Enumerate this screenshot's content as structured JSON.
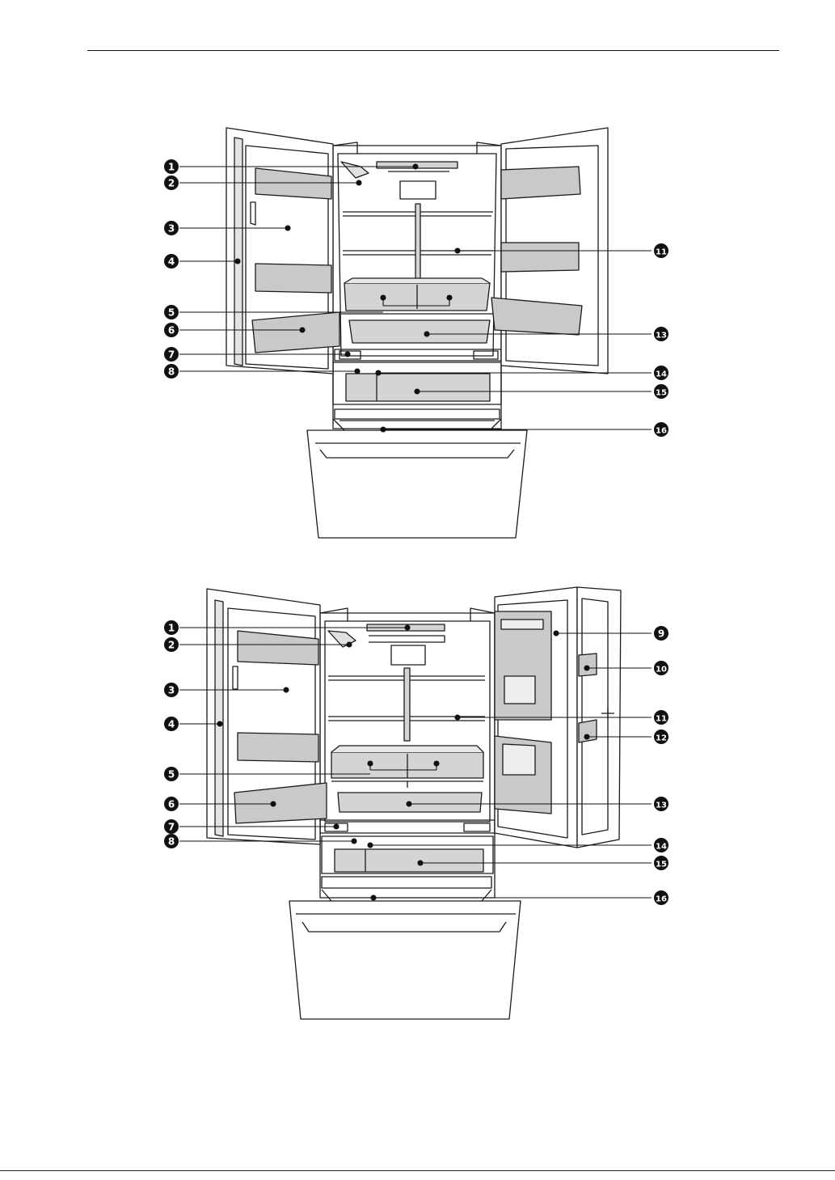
{
  "callouts": [
    "1",
    "2",
    "3",
    "4",
    "5",
    "6",
    "7",
    "8",
    "9",
    "10",
    "11",
    "12",
    "13",
    "14",
    "15",
    "16"
  ],
  "figures": [
    {
      "name": "french-door-refrigerator-standard",
      "left_callouts": [
        "1",
        "2",
        "3",
        "4",
        "5",
        "6",
        "7",
        "8"
      ],
      "right_callouts": [
        "11",
        "13",
        "14",
        "15",
        "16"
      ]
    },
    {
      "name": "french-door-refrigerator-with-door-in-door",
      "left_callouts": [
        "1",
        "2",
        "3",
        "4",
        "5",
        "6",
        "7",
        "8"
      ],
      "right_callouts": [
        "9",
        "10",
        "11",
        "12",
        "13",
        "14",
        "15",
        "16"
      ]
    }
  ],
  "colors": {
    "line": "#1a1a1a",
    "shade": "#d4d4d4",
    "shade_dark": "#bdbdbd",
    "callout": "#111111"
  }
}
